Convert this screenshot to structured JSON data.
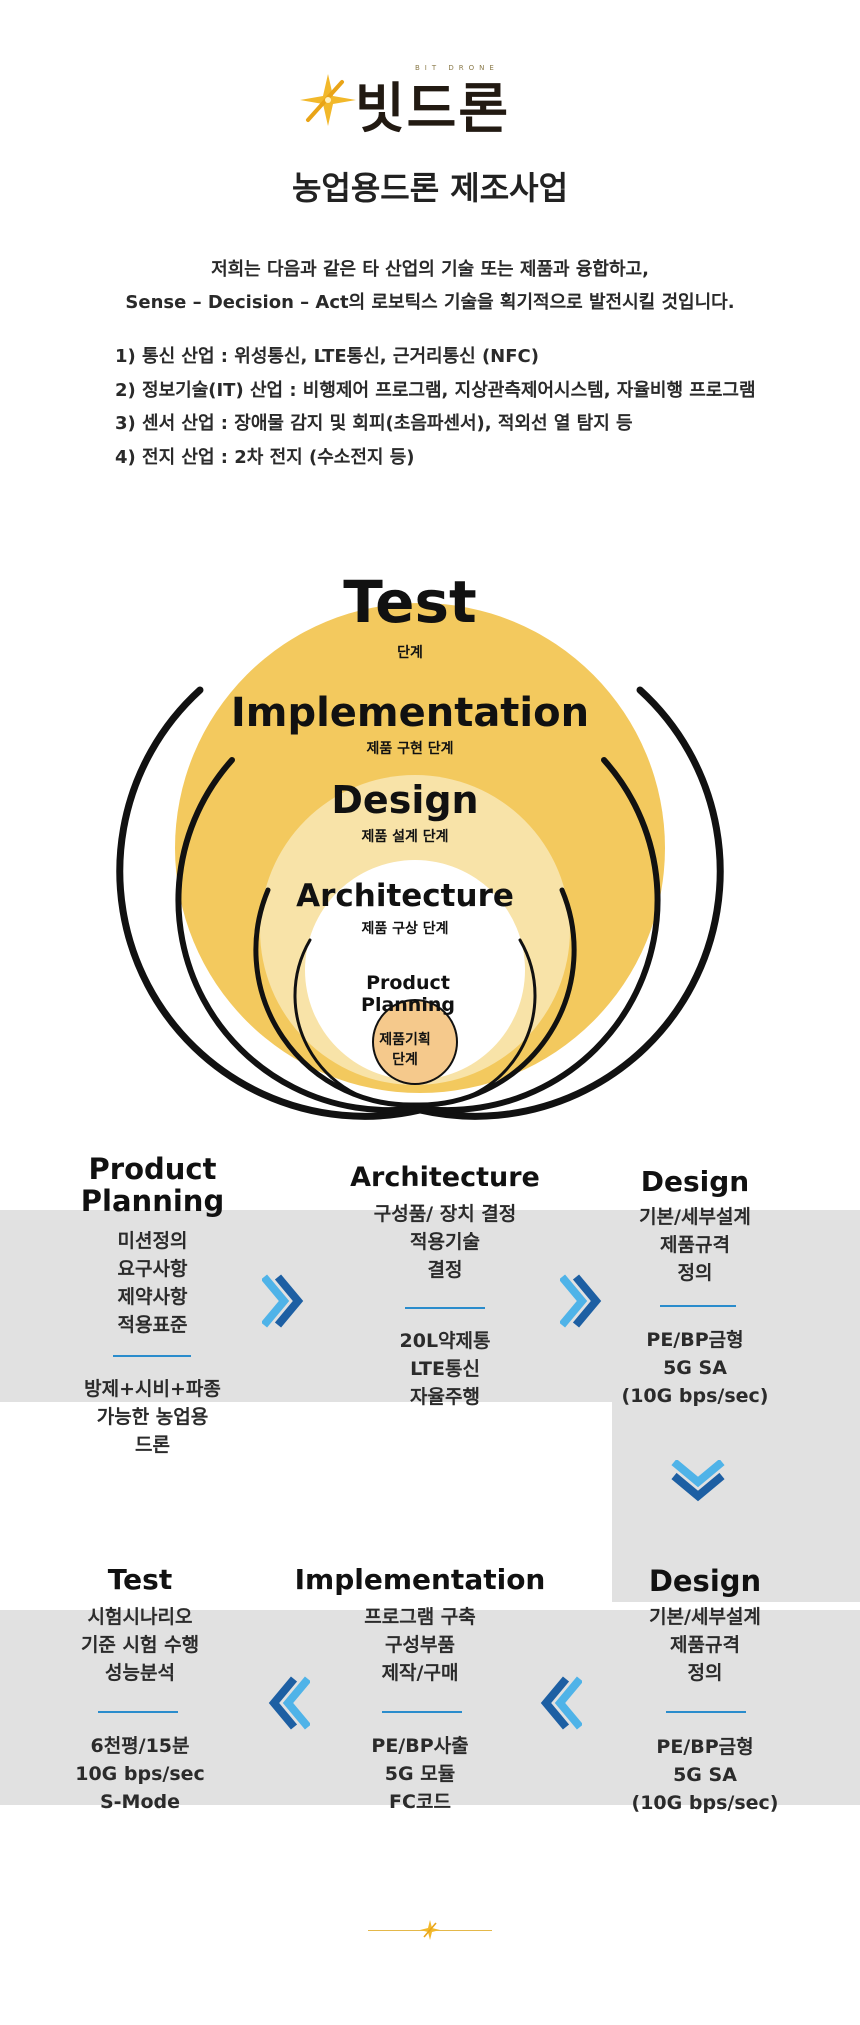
{
  "header": {
    "logo_text": "빗드론",
    "logo_sub": "BIT DRONE",
    "title": "농업용드론 제조사업"
  },
  "intro": {
    "line1": "저희는 다음과 같은 타 산업의 기술 또는 제품과 융합하고,",
    "line2": "Sense – Decision – Act의 로보틱스 기술을 획기적으로 발전시킬 것입니다."
  },
  "industries": [
    "1) 통신 산업 : 위성통신, LTE통신, 근거리통신 (NFC)",
    "2) 정보기술(IT) 산업 : 비행제어 프로그램, 지상관측제어시스템, 자율비행 프로그램",
    "3) 센서 산업 : 장애물 감지 및 회피(초음파센서), 적외선 열 탐지 등",
    "4) 전지 산업 :  2차 전지 (수소전지 등)"
  ],
  "diagram": {
    "test": {
      "title": "Test",
      "sub": "단계"
    },
    "implementation": {
      "title": "Implementation",
      "sub": "제품 구현 단계"
    },
    "design": {
      "title": "Design",
      "sub": "제품 설계 단계"
    },
    "architecture": {
      "title": "Architecture",
      "sub": "제품 구상 단계"
    },
    "planning": {
      "title1": "Product",
      "title2": "Planning",
      "sub1": "제품기획",
      "sub2": "단계"
    },
    "colors": {
      "outer": "#f3c95e",
      "middle": "#f8e3a8",
      "core": "#f5c98c",
      "stroke": "#111111"
    }
  },
  "flow": {
    "planning": {
      "title1": "Product",
      "title2": "Planning",
      "items": [
        "미션정의",
        "요구사항",
        "제약사항",
        "적용표준"
      ],
      "specs": [
        "방제+시비+파종",
        "가능한 농업용",
        "드론"
      ]
    },
    "architecture": {
      "title": "Architecture",
      "items": [
        "구성품/ 장치 결정",
        "적용기술",
        "결정"
      ],
      "specs": [
        "20L약제통",
        "LTE통신",
        "자율주행"
      ]
    },
    "design_top": {
      "title": "Design",
      "items": [
        "기본/세부설계",
        "제품규격",
        "정의"
      ],
      "specs": [
        "PE/BP금형",
        "5G SA",
        "(10G bps/sec)"
      ]
    },
    "design_bottom": {
      "title": "Design",
      "items": [
        "기본/세부설계",
        "제품규격",
        "정의"
      ],
      "specs": [
        "PE/BP금형",
        "5G SA",
        "(10G bps/sec)"
      ]
    },
    "implementation": {
      "title": "Implementation",
      "items": [
        "프로그램 구축",
        "구성부품",
        "제작/구매"
      ],
      "specs": [
        "PE/BP사출",
        "5G 모듈",
        "FC코드"
      ]
    },
    "test": {
      "title": "Test",
      "items": [
        "시험시나리오",
        "기준 시험 수행",
        "성능분석"
      ],
      "specs": [
        "6천평/15분",
        "10G bps/sec",
        "S-Mode"
      ]
    },
    "colors": {
      "band": "#e1e1e1",
      "arrow_dark": "#1d5fa3",
      "arrow_light": "#4fb3e8",
      "rule": "#2a8ccc"
    }
  }
}
